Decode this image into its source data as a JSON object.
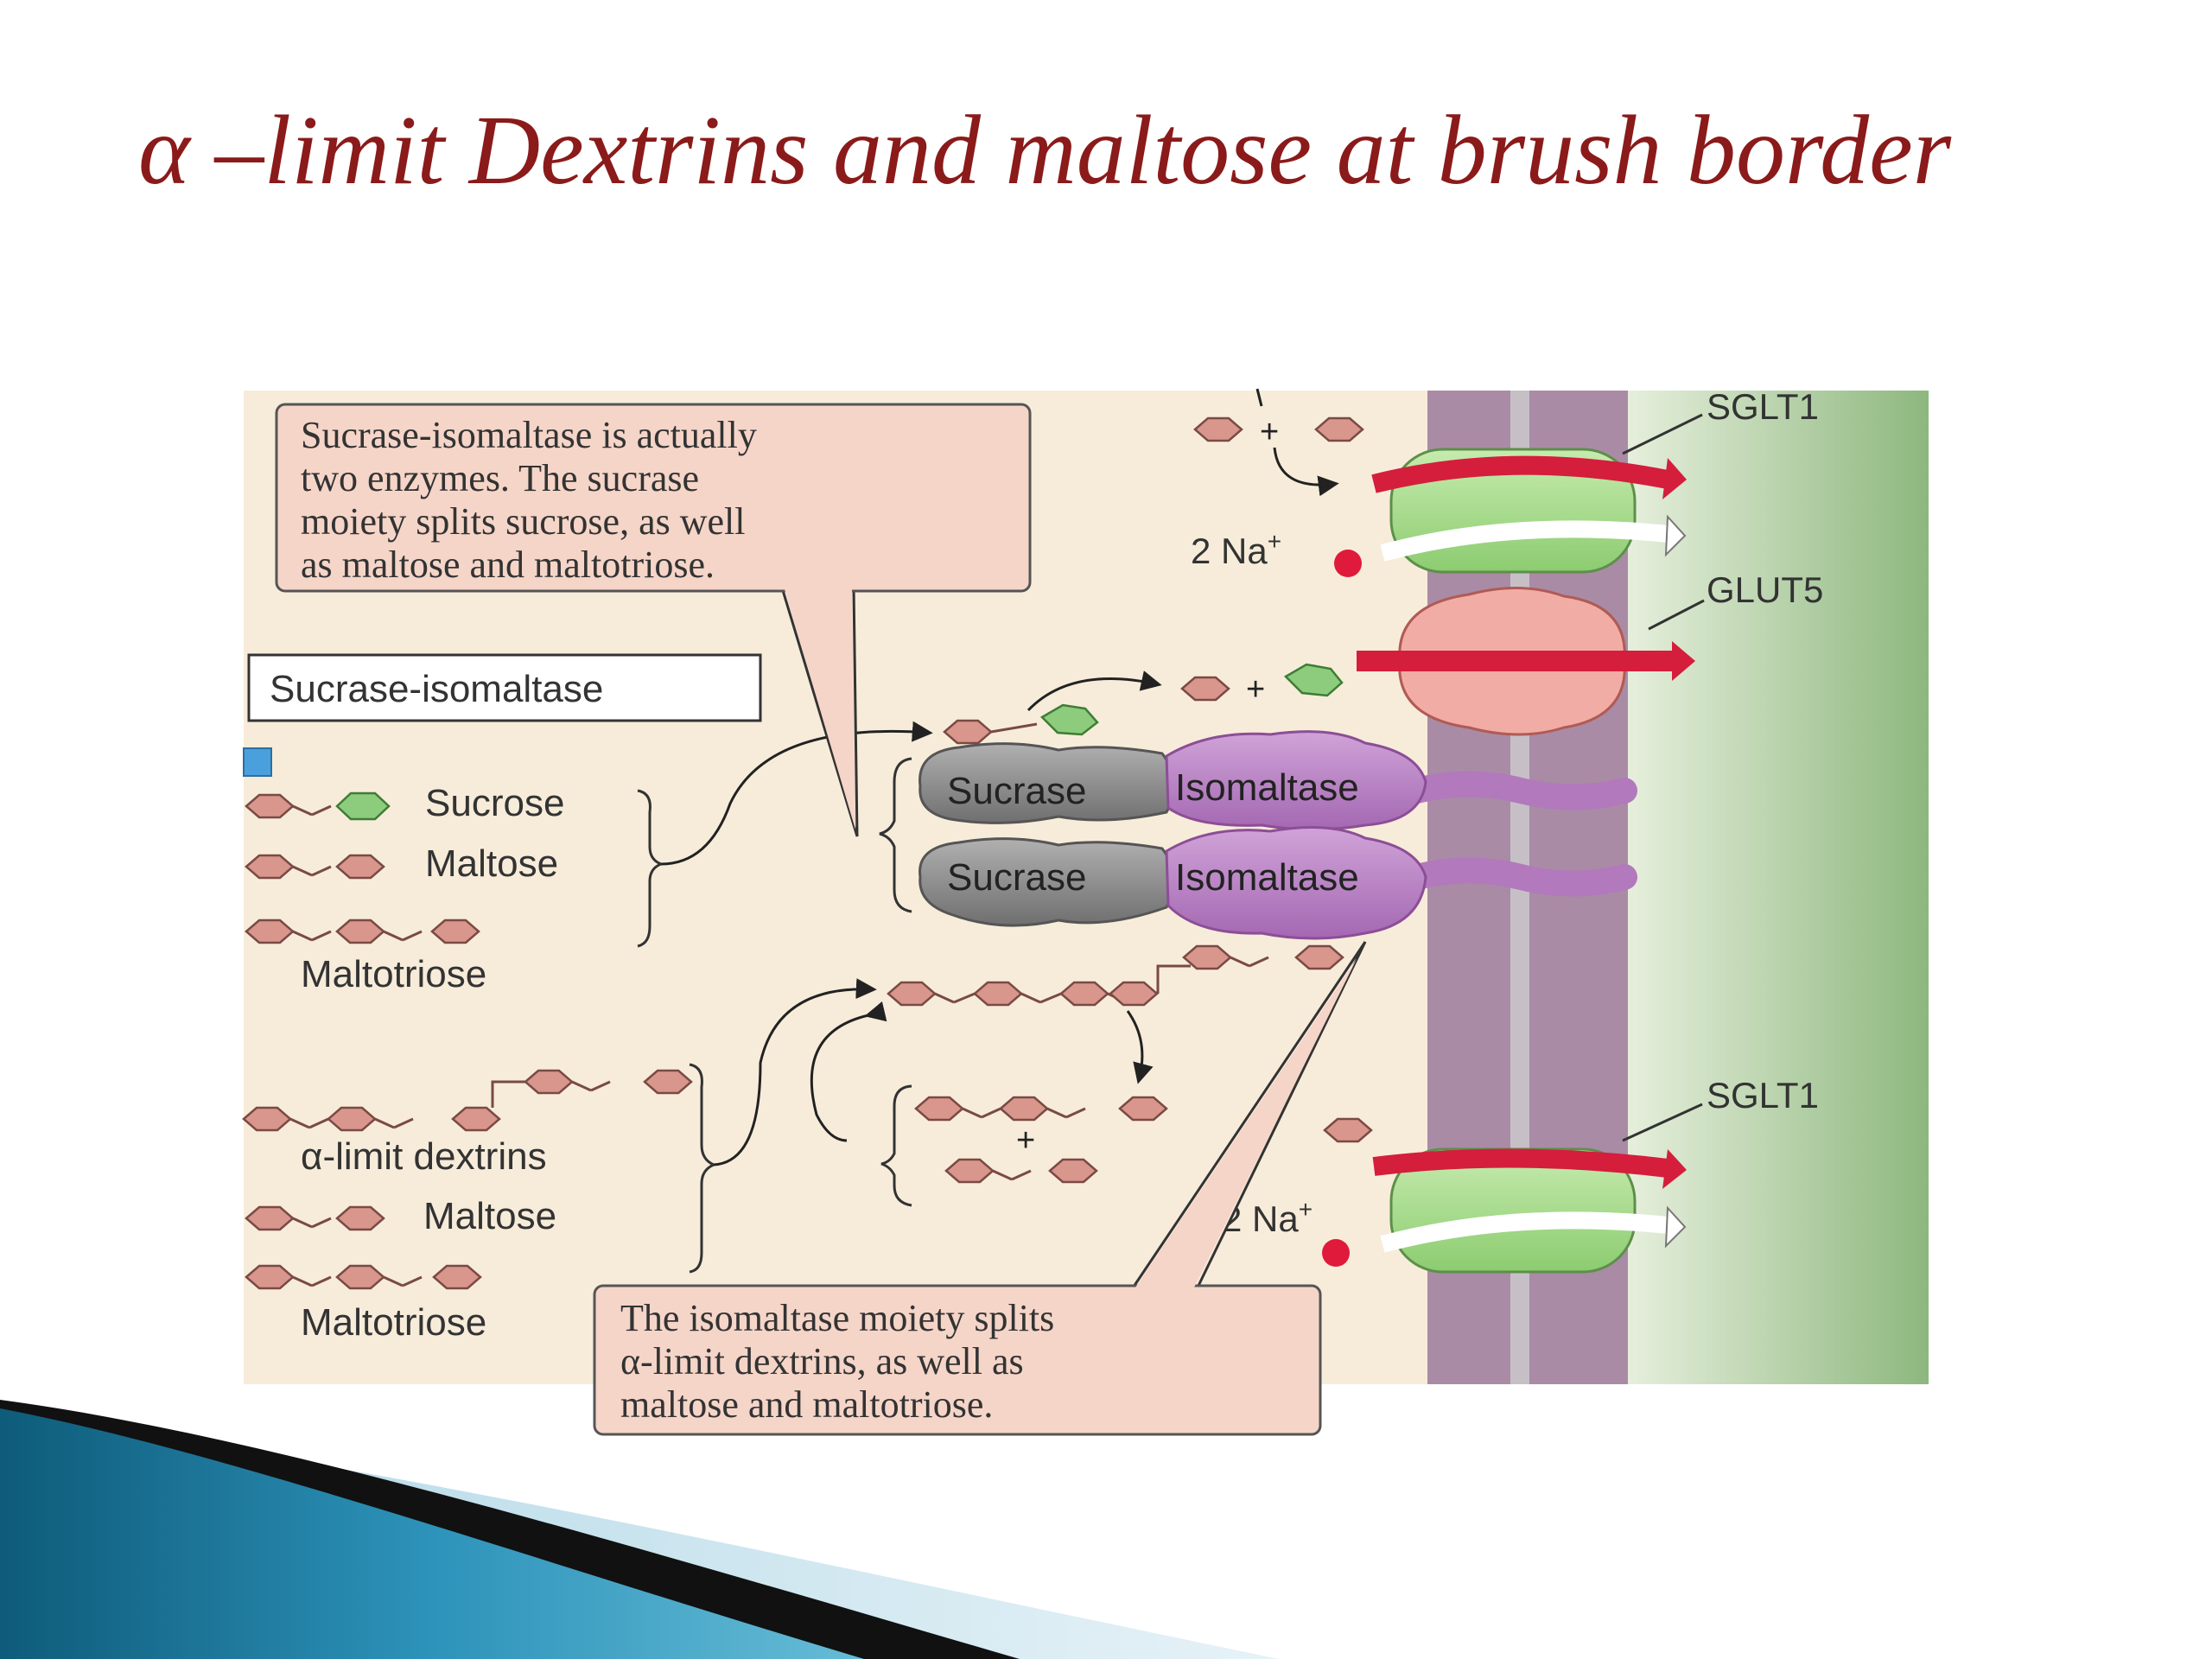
{
  "slide": {
    "title": "α –limit Dextrins and maltose at brush border",
    "title_color": "#8b1a1a"
  },
  "figure": {
    "callout_top": [
      "Sucrase-isomaltase is actually",
      "two enzymes. The sucrase",
      "moiety splits sucrose, as well",
      "as maltose and maltotriose."
    ],
    "callout_bottom": [
      "The isomaltase moiety splits",
      "α-limit dextrins, as well as",
      "maltose and maltotriose."
    ],
    "enzyme_box_label": "Sucrase-isomaltase",
    "substrates_top": {
      "sucrose": "Sucrose",
      "maltose": "Maltose",
      "maltotriose": "Maltotriose"
    },
    "substrates_bottom": {
      "alpha_limit": "α-limit dextrins",
      "maltose": "Maltose",
      "maltotriose": "Maltotriose"
    },
    "enzyme": {
      "sucrase": "Sucrase",
      "isomaltase": "Isomaltase"
    },
    "transporters": {
      "sglt1_top": "SGLT1",
      "glut5": "GLUT5",
      "sglt1_bottom": "SGLT1"
    },
    "sodium_label": "2 Na",
    "sodium_sup": "+",
    "plus": "+",
    "colors": {
      "glucose": "#d9968c",
      "fructose": "#8ccc7c",
      "sucrase": "#8a8a8a",
      "isomaltase": "#b279bd",
      "sglt1": "#a6d98c",
      "glut5": "#f2aca6",
      "arrow_red": "#d41e3c",
      "sodium": "#e01a3a",
      "membrane": "#a98ba6",
      "background_lumen": "#f7ecda",
      "cell_interior": "#9cc28e"
    }
  }
}
